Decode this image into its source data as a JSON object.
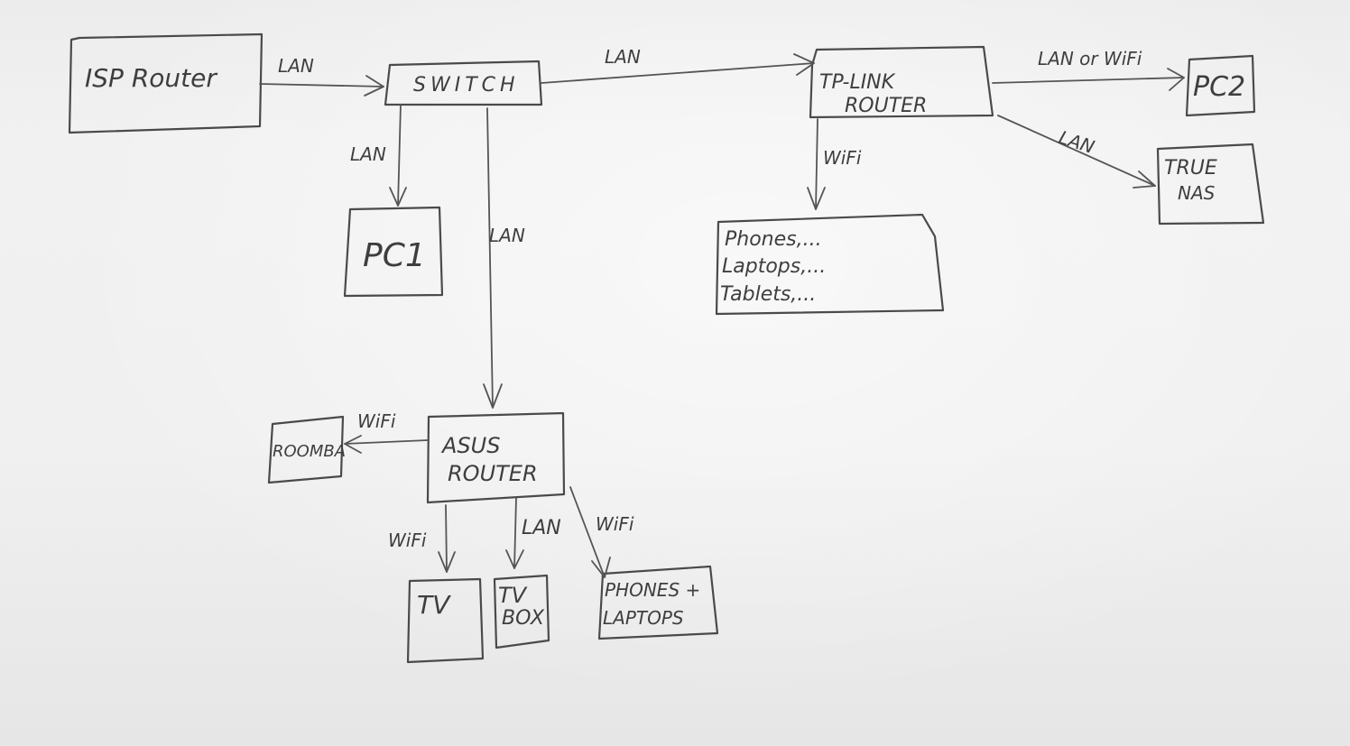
{
  "nodes": {
    "isp_router": "ISP Router",
    "switch": "SWITCH",
    "tplink_router": [
      "TP-LINK",
      "ROUTER"
    ],
    "pc2": "PC2",
    "truenas": [
      "TRUE",
      "NAS"
    ],
    "pc1": "PC1",
    "wifi_devices": [
      "Phones,...",
      "Laptops,...",
      "Tablets,..."
    ],
    "asus_router": [
      "ASUS",
      "ROUTER"
    ],
    "roomba": "ROOMBA",
    "tv": "TV",
    "tv_box": [
      "TV",
      "BOX"
    ],
    "phones_laptops": [
      "PHONES +",
      "LAPTOPS"
    ]
  },
  "edges": {
    "isp_to_switch": "LAN",
    "switch_to_tplink": "LAN",
    "tplink_to_pc2": "LAN or WiFi",
    "tplink_to_truenas": "LAN",
    "switch_to_pc1": "LAN",
    "switch_to_asus": "LAN",
    "tplink_to_devices": "WiFi",
    "asus_to_roomba": "WiFi",
    "asus_to_tv": "WiFi",
    "asus_to_tvbox": "LAN",
    "asus_to_phones": "WiFi"
  }
}
